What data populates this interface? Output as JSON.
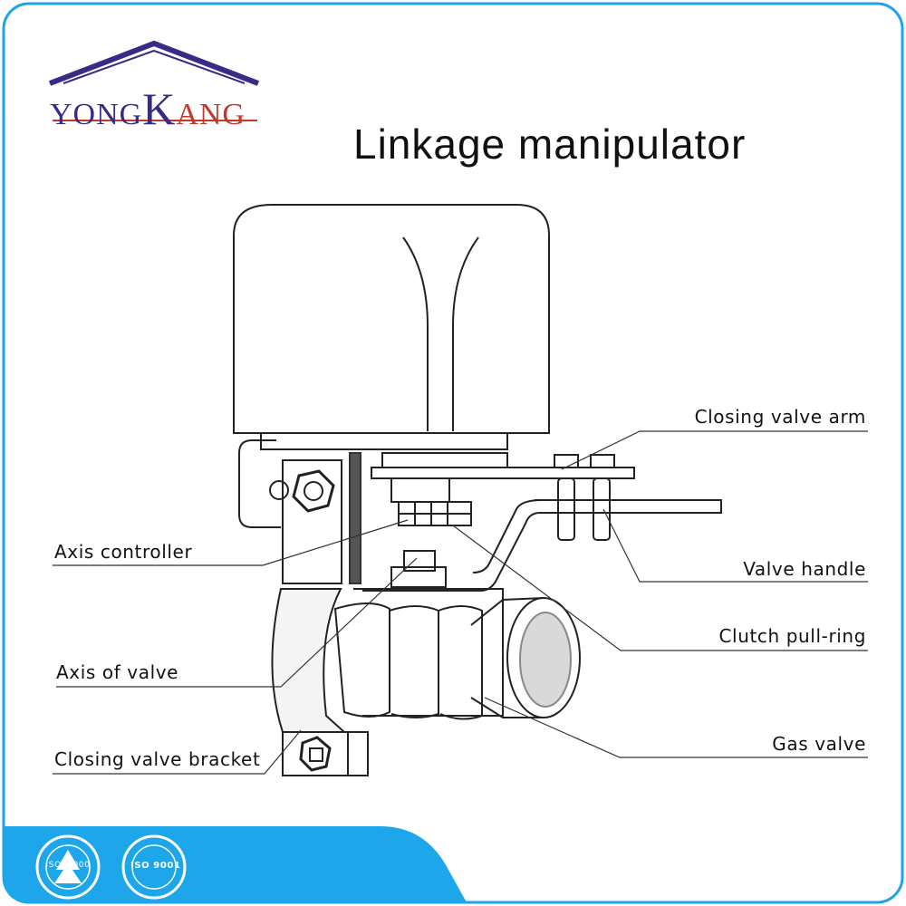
{
  "title": "Linkage manipulator",
  "logo": {
    "text_left": "YONG",
    "text_k": "K",
    "text_right": "ANG",
    "roof_color": "#3a2a86",
    "accent_color": "#c0392b"
  },
  "labels": {
    "closing_valve_arm": "Closing valve arm",
    "valve_handle": "Valve handle",
    "clutch_pull_ring": "Clutch pull-ring",
    "gas_valve": "Gas valve",
    "axis_controller": "Axis controller",
    "axis_of_valve": "Axis of valve",
    "closing_valve_bracket": "Closing valve bracket"
  },
  "certifications": [
    {
      "icon": "iso14000-seal-icon",
      "text": "ISO14000"
    },
    {
      "icon": "iso9001-seal-icon",
      "text": "ISO 9001"
    }
  ],
  "colors": {
    "border": "#1fa3e6",
    "footer": "#1ea6ea",
    "line": "#333333"
  }
}
